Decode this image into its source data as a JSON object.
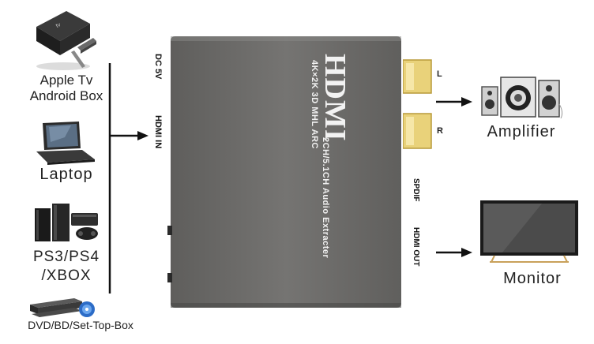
{
  "sources": {
    "apple_tv": {
      "line1": "Apple Tv",
      "line2": "Android Box"
    },
    "laptop": {
      "label": "Laptop"
    },
    "consoles": {
      "line1": "PS3/PS4",
      "line2": "/XBOX"
    },
    "dvd": {
      "label": "DVD/BD/Set-Top-Box"
    }
  },
  "device": {
    "brand": "HDMI",
    "subtitle": "2CH/5.1CH Audio Extracter",
    "spec": "4K×2K 3D MHL ARC",
    "ports": {
      "dc": "DC 5V",
      "hdmi_in": "HDMI IN",
      "left": "L",
      "right": "R",
      "spdif": "SPDIF",
      "hdmi_out": "HDMI OUT"
    }
  },
  "outputs": {
    "amplifier": {
      "label": "Amplifier"
    },
    "monitor": {
      "label": "Monitor"
    }
  },
  "colors": {
    "device_body": "#6f6e6c",
    "rca_gold": "#e9d27a",
    "arrow": "#111111"
  }
}
